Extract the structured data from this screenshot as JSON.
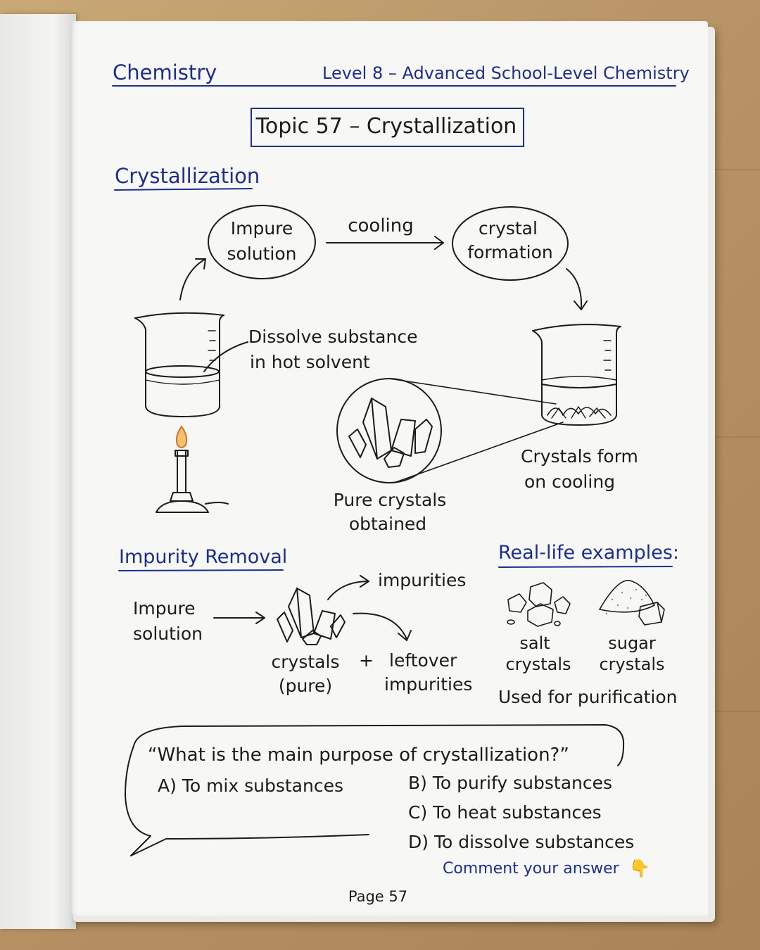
{
  "header": {
    "subject": "Chemistry",
    "level": "Level 8 – Advanced School-Level Chemistry"
  },
  "topic_title": "Topic 57 – Crystallization",
  "section_crystallization": {
    "heading": "Crystallization",
    "impure_solution_l1": "Impure",
    "impure_solution_l2": "solution",
    "cooling": "cooling",
    "crystal_formation_l1": "crystal",
    "crystal_formation_l2": "formation",
    "dissolve_l1": "Dissolve substance",
    "dissolve_l2": "in hot solvent",
    "crystals_form_l1": "Crystals form",
    "crystals_form_l2": "on cooling",
    "pure_crystals_l1": "Pure crystals",
    "pure_crystals_l2": "obtained"
  },
  "section_impurity": {
    "heading": "Impurity Removal",
    "impure_l1": "Impure",
    "impure_l2": "solution",
    "impurities": "impurities",
    "crystals_l1": "crystals",
    "crystals_l2": "(pure)",
    "plus": "+",
    "leftover_l1": "leftover",
    "leftover_l2": "impurities"
  },
  "section_examples": {
    "heading": "Real-life examples:",
    "salt_l1": "salt",
    "salt_l2": "crystals",
    "sugar_l1": "sugar",
    "sugar_l2": "crystals",
    "used_for": "Used for purification"
  },
  "question": {
    "text": "“What is the main purpose of crystallization?”",
    "option_a": "A) To mix substances",
    "option_b": "B) To purify substances",
    "option_c": "C) To heat substances",
    "option_d": "D) To dissolve substances",
    "comment": "Comment your answer",
    "comment_emoji": "👇"
  },
  "page_number": "Page 57",
  "colors": {
    "ink": "#1b1b1b",
    "accent_blue": "#1e2f8a",
    "paper": "#f7f7f5",
    "flame": "#e8a23a"
  }
}
